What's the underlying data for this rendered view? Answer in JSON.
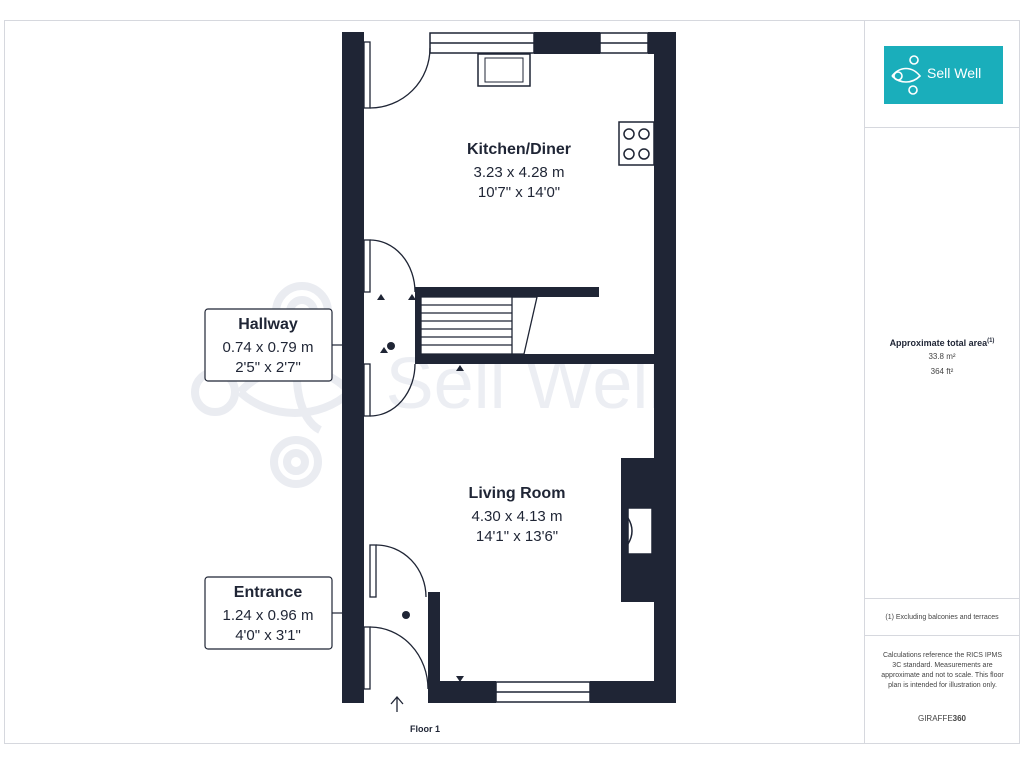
{
  "logo": {
    "name_a": "Sell",
    "name_b": "Well",
    "background": "#1aaebb"
  },
  "watermark": "Sell Well",
  "rooms": {
    "kitchen": {
      "name": "Kitchen/Diner",
      "metric": "3.23 x 4.28 m",
      "imperial": "10'7\" x 14'0\""
    },
    "living": {
      "name": "Living Room",
      "metric": "4.30 x 4.13 m",
      "imperial": "14'1\" x 13'6\""
    },
    "hallway": {
      "name": "Hallway",
      "metric": "0.74 x 0.79 m",
      "imperial": "2'5\" x 2'7\""
    },
    "entrance": {
      "name": "Entrance",
      "metric": "1.24 x 0.96 m",
      "imperial": "4'0\" x 3'1\""
    }
  },
  "floor_label": "Floor 1",
  "area": {
    "title": "Approximate total area",
    "footnote_marker": "(1)",
    "metric": "33.8 m²",
    "imperial": "364 ft²"
  },
  "footnote": "(1) Excluding balconies and terraces",
  "calc_note": "Calculations reference the RICS IPMS 3C standard. Measurements are approximate and not to scale. This floor plan is intended for illustration only.",
  "brand": {
    "prefix": "GIRAFFE",
    "suffix": "360"
  },
  "colors": {
    "wall": "#1f2535",
    "teal": "#1aaebb",
    "watermark": "#eceef3"
  }
}
